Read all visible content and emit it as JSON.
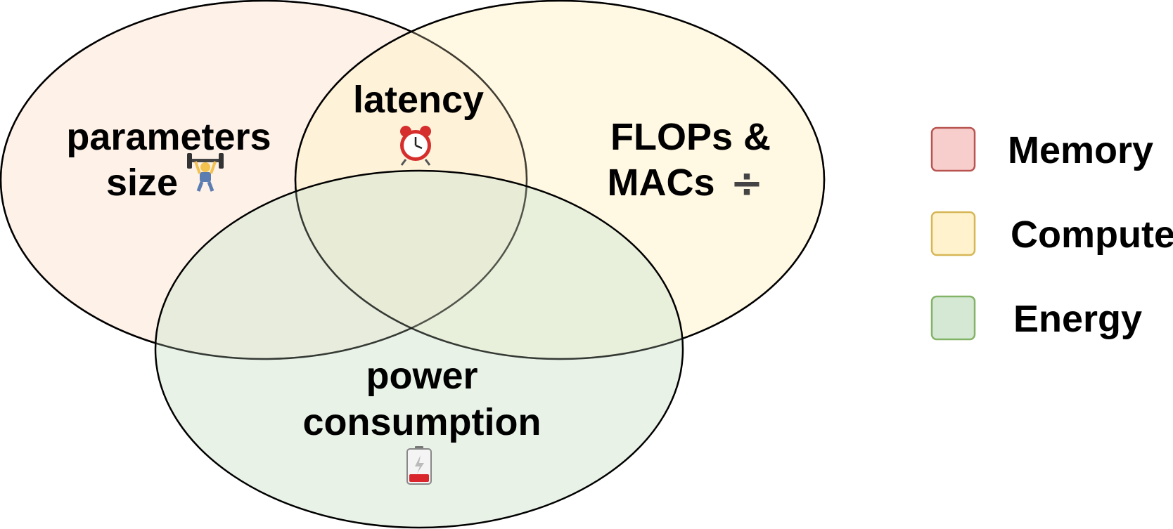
{
  "sets": {
    "memory": {
      "label_line1": "parameters",
      "label_line2": "size",
      "icon": "weightlifter-icon"
    },
    "intersection": {
      "label": "latency",
      "icon": "alarm-clock-icon"
    },
    "compute": {
      "label_line1": "FLOPs &",
      "label_line2": "MACs",
      "icon": "divide-icon",
      "icon_glyph": "÷"
    },
    "energy": {
      "label_line1": "power",
      "label_line2": "consumption",
      "icon": "low-battery-icon"
    }
  },
  "legend": [
    {
      "label": "Memory",
      "fill": "#f8cecc",
      "stroke": "#b85450"
    },
    {
      "label": "Compute",
      "fill": "#fff2cc",
      "stroke": "#d6b656"
    },
    {
      "label": "Energy",
      "fill": "#d5e8d4",
      "stroke": "#82b366"
    }
  ],
  "colors": {
    "memory_fill": "#fbe5d6",
    "compute_fill": "#fff2cc",
    "energy_fill": "#d5e8d4",
    "outline": "#000000"
  }
}
